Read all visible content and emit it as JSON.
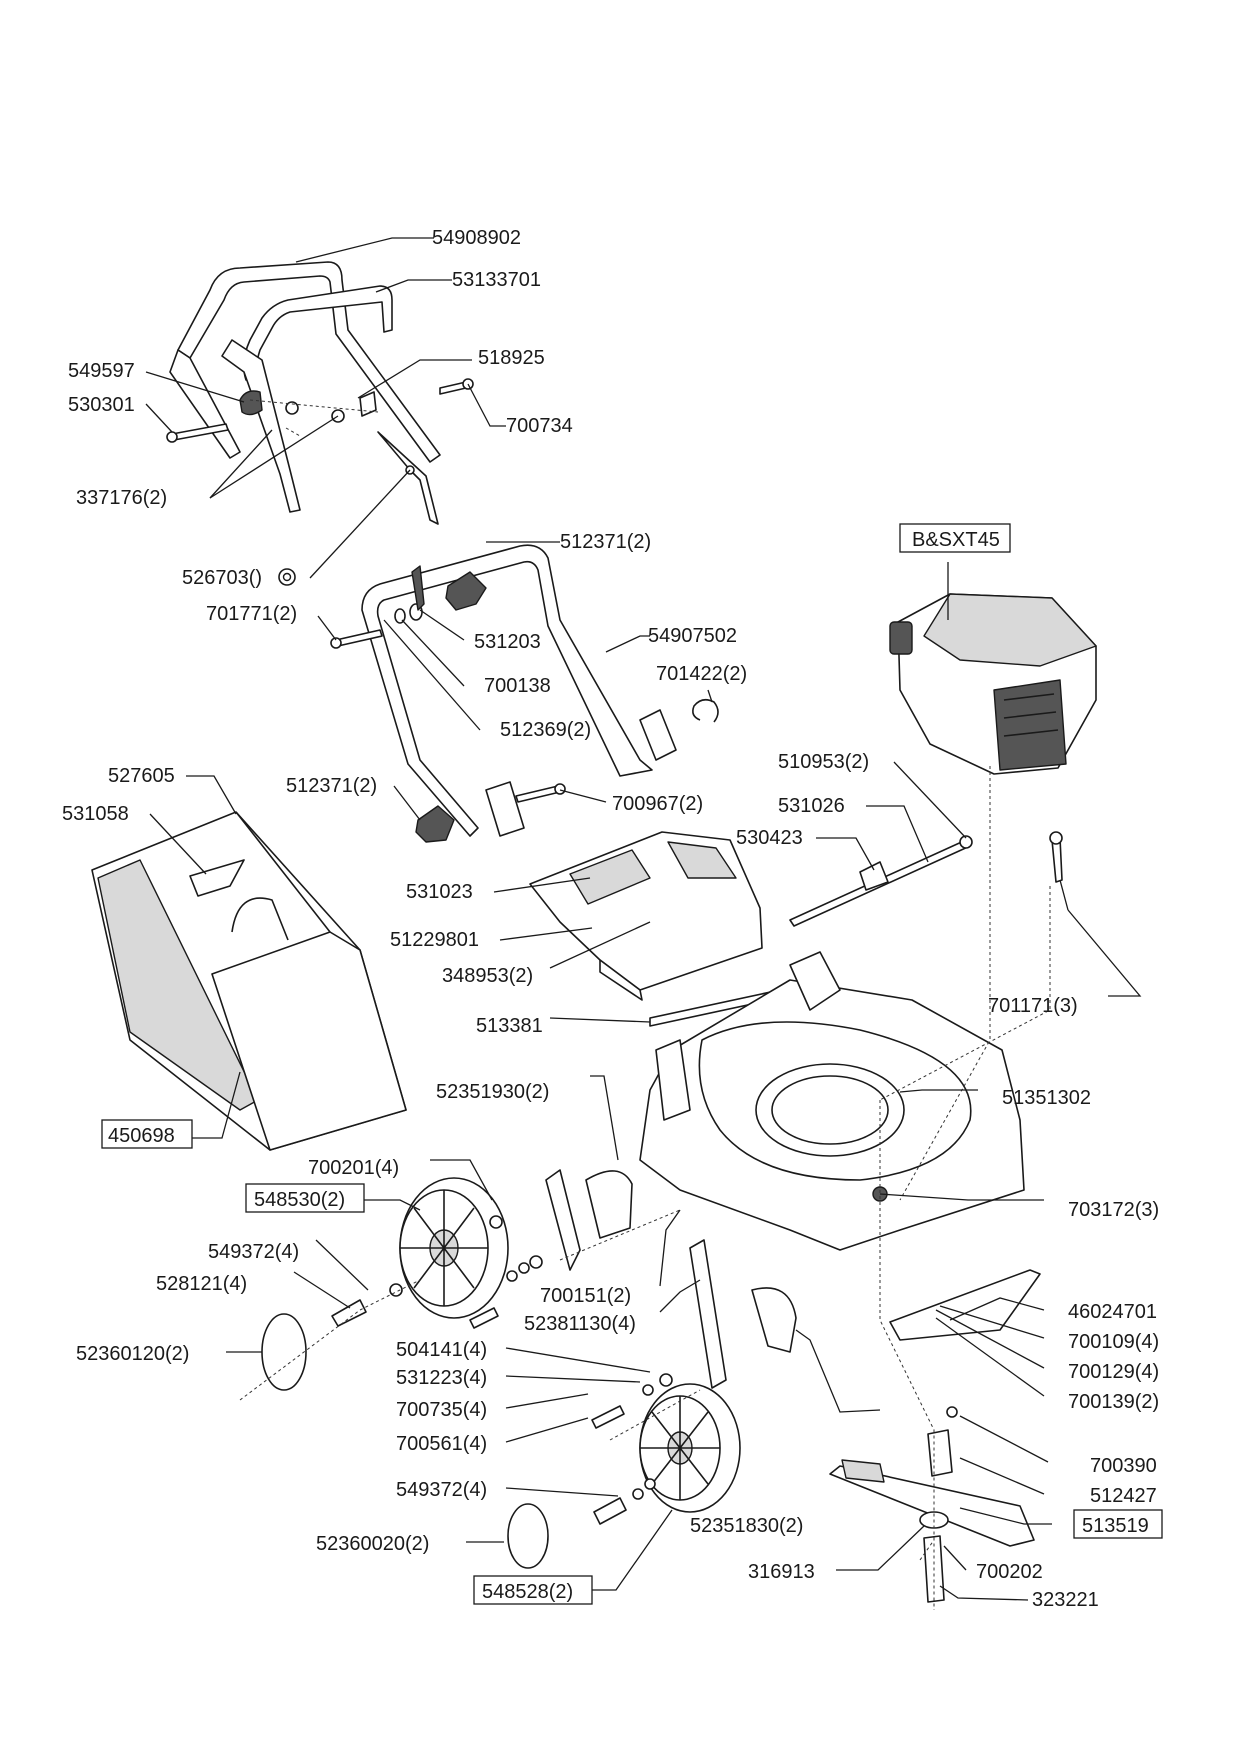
{
  "labels": {
    "p54908902": "54908902",
    "p53133701": "53133701",
    "p549597": "549597",
    "p518925": "518925",
    "p530301": "530301",
    "p700734": "700734",
    "p337176_2": "337176(2)",
    "p526703": "526703()",
    "p512371_2a": "512371(2)",
    "p701771_2": "701771(2)",
    "p531203": "531203",
    "p54907502": "54907502",
    "p700138": "700138",
    "p701422_2": "701422(2)",
    "p512369_2": "512369(2)",
    "p527605": "527605",
    "p512371_2b": "512371(2)",
    "p700967_2": "700967(2)",
    "p510953_2": "510953(2)",
    "p531058": "531058",
    "p531026": "531026",
    "p530423": "530423",
    "p531023": "531023",
    "p51229801": "51229801",
    "p348953_2": "348953(2)",
    "p701171_3": "701171(3)",
    "p513381": "513381",
    "p52351930_2": "52351930(2)",
    "p51351302": "51351302",
    "p450698": "450698",
    "p700201_4": "700201(4)",
    "p548530_2": "548530(2)",
    "p703172_3": "703172(3)",
    "p549372_4a": "549372(4)",
    "p528121_4": "528121(4)",
    "p700151_2": "700151(2)",
    "p52381130_4": "52381130(4)",
    "p46024701": "46024701",
    "p700109_4": "700109(4)",
    "p52360120_2": "52360120(2)",
    "p504141_4": "504141(4)",
    "p700129_4": "700129(4)",
    "p531223_4": "531223(4)",
    "p700139_2": "700139(2)",
    "p700735_4": "700735(4)",
    "p700561_4": "700561(4)",
    "p700390": "700390",
    "p549372_4b": "549372(4)",
    "p512427": "512427",
    "p52351830_2": "52351830(2)",
    "p513519": "513519",
    "p52360020_2": "52360020(2)",
    "p316913": "316913",
    "p700202": "700202",
    "p548528_2": "548528(2)",
    "p323221": "323221",
    "pBSXT45": "B&SXT45"
  },
  "colors": {
    "ink": "#1a1a1a",
    "grey": "#d9d9d9",
    "dark": "#555555"
  }
}
